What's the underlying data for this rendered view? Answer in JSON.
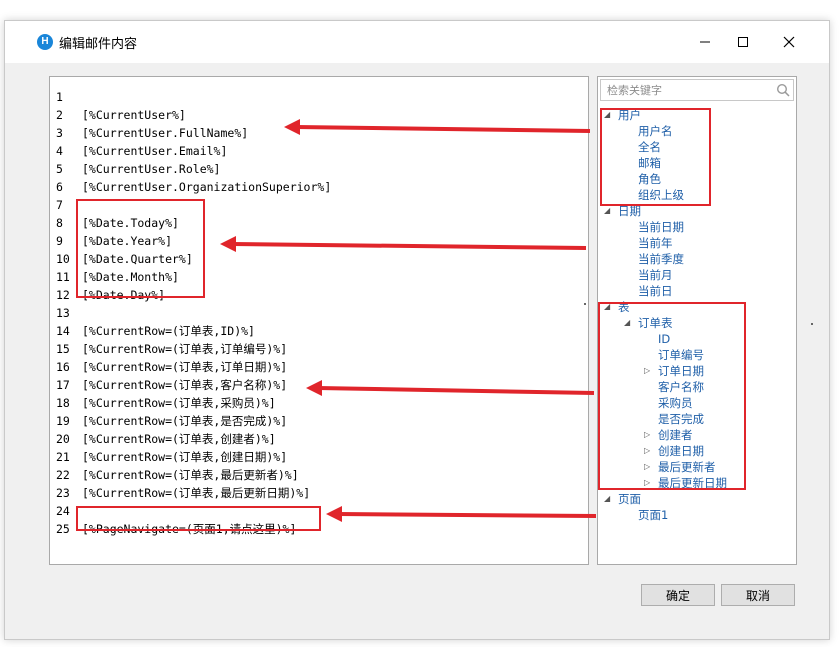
{
  "window": {
    "title": "编辑邮件内容",
    "app_icon": "H"
  },
  "editor": {
    "lines": [
      {
        "n": "1",
        "text": ""
      },
      {
        "n": "2",
        "text": "[%CurrentUser%]"
      },
      {
        "n": "3",
        "text": "[%CurrentUser.FullName%]"
      },
      {
        "n": "4",
        "text": "[%CurrentUser.Email%]"
      },
      {
        "n": "5",
        "text": "[%CurrentUser.Role%]"
      },
      {
        "n": "6",
        "text": "[%CurrentUser.OrganizationSuperior%]"
      },
      {
        "n": "7",
        "text": ""
      },
      {
        "n": "8",
        "text": "[%Date.Today%]"
      },
      {
        "n": "9",
        "text": "[%Date.Year%]"
      },
      {
        "n": "10",
        "text": "[%Date.Quarter%]"
      },
      {
        "n": "11",
        "text": "[%Date.Month%]"
      },
      {
        "n": "12",
        "text": "[%Date.Day%]"
      },
      {
        "n": "13",
        "text": ""
      },
      {
        "n": "14",
        "text": "[%CurrentRow=(订单表,ID)%]"
      },
      {
        "n": "15",
        "text": "[%CurrentRow=(订单表,订单编号)%]"
      },
      {
        "n": "16",
        "text": "[%CurrentRow=(订单表,订单日期)%]"
      },
      {
        "n": "17",
        "text": "[%CurrentRow=(订单表,客户名称)%]"
      },
      {
        "n": "18",
        "text": "[%CurrentRow=(订单表,采购员)%]"
      },
      {
        "n": "19",
        "text": "[%CurrentRow=(订单表,是否完成)%]"
      },
      {
        "n": "20",
        "text": "[%CurrentRow=(订单表,创建者)%]"
      },
      {
        "n": "21",
        "text": "[%CurrentRow=(订单表,创建日期)%]"
      },
      {
        "n": "22",
        "text": "[%CurrentRow=(订单表,最后更新者)%]"
      },
      {
        "n": "23",
        "text": "[%CurrentRow=(订单表,最后更新日期)%]"
      },
      {
        "n": "24",
        "text": ""
      },
      {
        "n": "25",
        "text": "[%PageNavigate=(页面1,请点这里)%]"
      }
    ]
  },
  "side": {
    "search_placeholder": "检索关键字",
    "tree": [
      {
        "label": "用户",
        "level": 0,
        "toggle": "expanded"
      },
      {
        "label": "用户名",
        "level": 1,
        "toggle": "none"
      },
      {
        "label": "全名",
        "level": 1,
        "toggle": "none"
      },
      {
        "label": "邮箱",
        "level": 1,
        "toggle": "none"
      },
      {
        "label": "角色",
        "level": 1,
        "toggle": "none"
      },
      {
        "label": "组织上级",
        "level": 1,
        "toggle": "none"
      },
      {
        "label": "日期",
        "level": 0,
        "toggle": "expanded"
      },
      {
        "label": "当前日期",
        "level": 1,
        "toggle": "none"
      },
      {
        "label": "当前年",
        "level": 1,
        "toggle": "none"
      },
      {
        "label": "当前季度",
        "level": 1,
        "toggle": "none"
      },
      {
        "label": "当前月",
        "level": 1,
        "toggle": "none"
      },
      {
        "label": "当前日",
        "level": 1,
        "toggle": "none"
      },
      {
        "label": "表",
        "level": 0,
        "toggle": "expanded"
      },
      {
        "label": "订单表",
        "level": 1,
        "toggle": "expanded"
      },
      {
        "label": "ID",
        "level": 2,
        "toggle": "none"
      },
      {
        "label": "订单编号",
        "level": 2,
        "toggle": "none"
      },
      {
        "label": "订单日期",
        "level": 2,
        "toggle": "collapsed"
      },
      {
        "label": "客户名称",
        "level": 2,
        "toggle": "none"
      },
      {
        "label": "采购员",
        "level": 2,
        "toggle": "none"
      },
      {
        "label": "是否完成",
        "level": 2,
        "toggle": "none"
      },
      {
        "label": "创建者",
        "level": 2,
        "toggle": "collapsed"
      },
      {
        "label": "创建日期",
        "level": 2,
        "toggle": "collapsed"
      },
      {
        "label": "最后更新者",
        "level": 2,
        "toggle": "collapsed"
      },
      {
        "label": "最后更新日期",
        "level": 2,
        "toggle": "collapsed"
      },
      {
        "label": "页面",
        "level": 0,
        "toggle": "expanded"
      },
      {
        "label": "页面1",
        "level": 1,
        "toggle": "none"
      }
    ]
  },
  "buttons": {
    "ok": "确定",
    "cancel": "取消"
  },
  "icons": {
    "minimize": "minimize-icon",
    "maximize": "maximize-icon",
    "close": "close-icon",
    "search": "search-icon"
  },
  "colors": {
    "annotation": "#e0252b",
    "tree_text": "#1f5fa8",
    "app_icon": "#1a86d9"
  }
}
